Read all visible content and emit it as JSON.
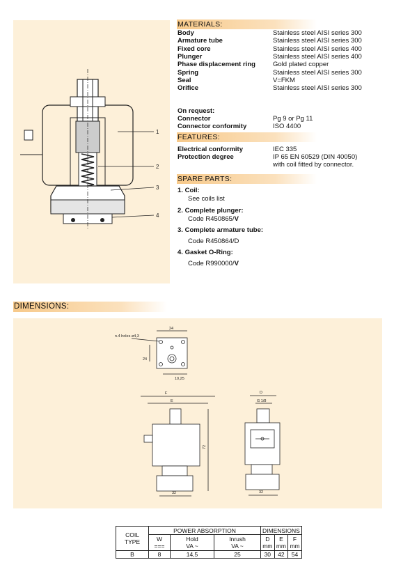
{
  "materials": {
    "header": "MATERIALS:",
    "rows": [
      {
        "label": "Body",
        "value": "Stainless steel AISI series 300"
      },
      {
        "label": "Armature tube",
        "value": "Stainless steel AISI series 300"
      },
      {
        "label": "Fixed core",
        "value": "Stainless steel AISI series 400"
      },
      {
        "label": "Plunger",
        "value": "Stainless steel AISI series 400"
      },
      {
        "label": "Phase displacement ring",
        "value": "Gold plated copper"
      },
      {
        "label": "Spring",
        "value": "Stainless steel AISI series 300"
      },
      {
        "label": "Seal",
        "value": "V=FKM"
      },
      {
        "label": "Orifice",
        "value": "Stainless steel AISI series 300"
      }
    ]
  },
  "on_request": {
    "title": "On request:",
    "rows": [
      {
        "label": "Connector",
        "value": "Pg 9 or Pg 11"
      },
      {
        "label": "Connector conformity",
        "value": "ISO 4400"
      }
    ]
  },
  "features": {
    "header": "FEATURES:",
    "rows": [
      {
        "label": "Electrical conformity",
        "value": "IEC 335"
      },
      {
        "label": "Protection degree",
        "value": "IP 65 EN 60529 (DIN 40050)",
        "value2": "with coil fitted by connector."
      }
    ]
  },
  "spare_parts": {
    "header": "SPARE PARTS:",
    "items": [
      {
        "num": "1.",
        "title": "Coil:",
        "line": "See coils list"
      },
      {
        "num": "2.",
        "title": "Complete plunger:",
        "code": "Code R450865/",
        "suffix": "V"
      },
      {
        "num": "3.",
        "title": "Complete armature tube:",
        "code": "Code R450864/D",
        "suffix": ""
      },
      {
        "num": "4.",
        "title": "Gasket O-Ring:",
        "code": "Code R990000/",
        "suffix": "V"
      }
    ]
  },
  "callouts": [
    "1",
    "2",
    "3",
    "4"
  ],
  "dimensions": {
    "header": "DIMENSIONS:",
    "top_view": {
      "holes": "n.4 holes ø4,3",
      "w": "24",
      "h": "24",
      "offset": "10,25"
    },
    "front": {
      "F": "F",
      "E": "E",
      "height": "72",
      "base": "32"
    },
    "side": {
      "D": "D",
      "thread": "G 1/8",
      "base": "32"
    }
  },
  "table": {
    "h_coil_1": "COIL",
    "h_coil_2": "TYPE",
    "h_power": "POWER ABSORPTION",
    "h_dims": "DIMENSIONS",
    "h_w": "W",
    "h_w_unit": "===",
    "h_hold": "Hold",
    "h_hold_unit": "VA ~",
    "h_inrush": "Inrush",
    "h_inrush_unit": "VA ~",
    "h_d": "D",
    "h_e": "E",
    "h_f": "F",
    "mm": "mm",
    "row": {
      "type": "B",
      "w": "8",
      "hold": "14,5",
      "inrush": "25",
      "d": "30",
      "e": "42",
      "f": "54"
    }
  }
}
